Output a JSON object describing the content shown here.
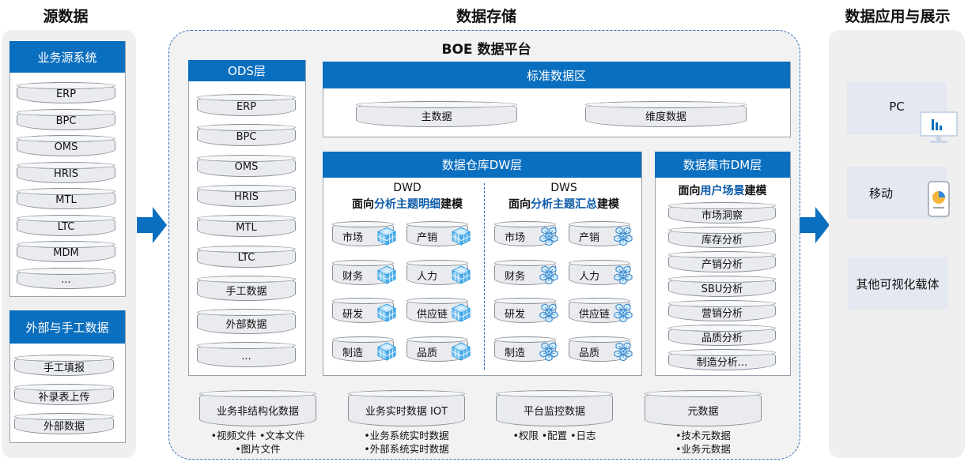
{
  "headings": {
    "source": "源数据",
    "storage": "数据存储",
    "app": "数据应用与展示"
  },
  "source": {
    "business_title": "业务源系统",
    "business_items": [
      "ERP",
      "BPC",
      "OMS",
      "HRIS",
      "MTL",
      "LTC",
      "MDM",
      "..."
    ],
    "external_title": "外部与手工数据",
    "external_items": [
      "手工填报",
      "补录表上传",
      "外部数据"
    ]
  },
  "platform": {
    "title": "BOE 数据平台",
    "ods_title": "ODS层",
    "ods_items": [
      "ERP",
      "BPC",
      "OMS",
      "HRIS",
      "MTL",
      "LTC",
      "手工数据",
      "外部数据",
      "..."
    ],
    "std_title": "标准数据区",
    "std_items": [
      "主数据",
      "维度数据"
    ],
    "dw_title": "数据仓库DW层",
    "dwd_title": "DWD",
    "dwd_sub_pre": "面向",
    "dwd_sub_bold": "分析主题明细",
    "dwd_sub_post": "建模",
    "dws_title": "DWS",
    "dws_sub_pre": "面向",
    "dws_sub_bold": "分析主题汇总",
    "dws_sub_post": "建模",
    "dwd_items": [
      "市场",
      "产销",
      "财务",
      "人力",
      "研发",
      "供应链",
      "制造",
      "品质"
    ],
    "dws_items": [
      "市场",
      "产销",
      "财务",
      "人力",
      "研发",
      "供应链",
      "制造",
      "品质"
    ],
    "dm_title": "数据集市DM层",
    "dm_sub_pre": "面向",
    "dm_sub_bold": "用户场景",
    "dm_sub_post": "建模",
    "dm_items": [
      "市场洞察",
      "库存分析",
      "产销分析",
      "SBU分析",
      "营销分析",
      "品质分析",
      "制造分析..."
    ],
    "bottom": [
      {
        "label": "业务非结构化数据",
        "notes": [
          "•视频文件 •文本文件",
          "•图片文件"
        ]
      },
      {
        "label": "业务实时数据 IOT",
        "notes": [
          "•业务系统实时数据",
          "•外部系统实时数据"
        ]
      },
      {
        "label": "平台监控数据",
        "notes": [
          "•权限 •配置 •日志"
        ]
      },
      {
        "label": "元数据",
        "notes": [
          "•技术元数据",
          "•业务元数据"
        ]
      }
    ]
  },
  "apps": {
    "pc": "PC",
    "mobile": "移动",
    "other": "其他可视化载体"
  },
  "colors": {
    "brand_blue": "#0b6fbf",
    "panel_gray": "#efefef",
    "app_box": "#e3e8f1"
  }
}
